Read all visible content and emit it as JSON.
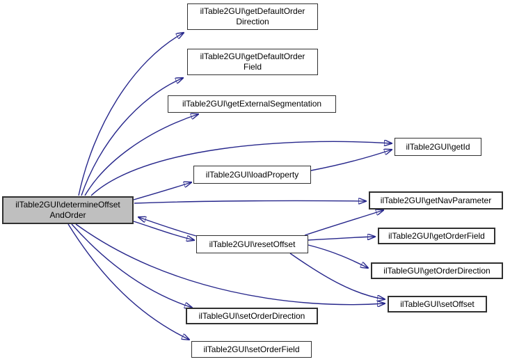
{
  "diagram": {
    "type": "call-graph",
    "colors": {
      "background": "#ffffff",
      "edge": "#26268b",
      "node_border": "#303030",
      "node_fill": "#ffffff",
      "highlight_fill": "#bfbfbf",
      "text": "#000000"
    },
    "nodes": {
      "determineOffsetAndOrder": {
        "label": "ilTable2GUI\\determineOffset\nAndOrder",
        "highlighted": true
      },
      "getDefaultOrderDirection": {
        "label": "ilTable2GUI\\getDefaultOrder\nDirection"
      },
      "getDefaultOrderField": {
        "label": "ilTable2GUI\\getDefaultOrder\nField"
      },
      "getExternalSegmentation": {
        "label": "ilTable2GUI\\getExternalSegmentation"
      },
      "getId": {
        "label": "ilTable2GUI\\getId"
      },
      "loadProperty": {
        "label": "ilTable2GUI\\loadProperty"
      },
      "getNavParameter": {
        "label": "ilTable2GUI\\getNavParameter"
      },
      "resetOffset": {
        "label": "ilTable2GUI\\resetOffset"
      },
      "getOrderField": {
        "label": "ilTable2GUI\\getOrderField"
      },
      "getOrderDirection": {
        "label": "ilTableGUI\\getOrderDirection"
      },
      "setOffset": {
        "label": "ilTableGUI\\setOffset"
      },
      "setOrderDirection": {
        "label": "ilTableGUI\\setOrderDirection"
      },
      "setOrderField": {
        "label": "ilTable2GUI\\setOrderField"
      }
    },
    "edges": [
      {
        "from": "determineOffsetAndOrder",
        "to": "getDefaultOrderDirection"
      },
      {
        "from": "determineOffsetAndOrder",
        "to": "getDefaultOrderField"
      },
      {
        "from": "determineOffsetAndOrder",
        "to": "getExternalSegmentation"
      },
      {
        "from": "determineOffsetAndOrder",
        "to": "getId"
      },
      {
        "from": "determineOffsetAndOrder",
        "to": "loadProperty"
      },
      {
        "from": "determineOffsetAndOrder",
        "to": "getNavParameter"
      },
      {
        "from": "determineOffsetAndOrder",
        "to": "resetOffset"
      },
      {
        "from": "determineOffsetAndOrder",
        "to": "setOffset"
      },
      {
        "from": "determineOffsetAndOrder",
        "to": "setOrderDirection"
      },
      {
        "from": "determineOffsetAndOrder",
        "to": "setOrderField"
      },
      {
        "from": "loadProperty",
        "to": "getId"
      },
      {
        "from": "resetOffset",
        "to": "getNavParameter"
      },
      {
        "from": "resetOffset",
        "to": "getOrderField"
      },
      {
        "from": "resetOffset",
        "to": "getOrderDirection"
      },
      {
        "from": "resetOffset",
        "to": "setOffset"
      },
      {
        "from": "resetOffset",
        "to": "determineOffsetAndOrder"
      }
    ]
  }
}
